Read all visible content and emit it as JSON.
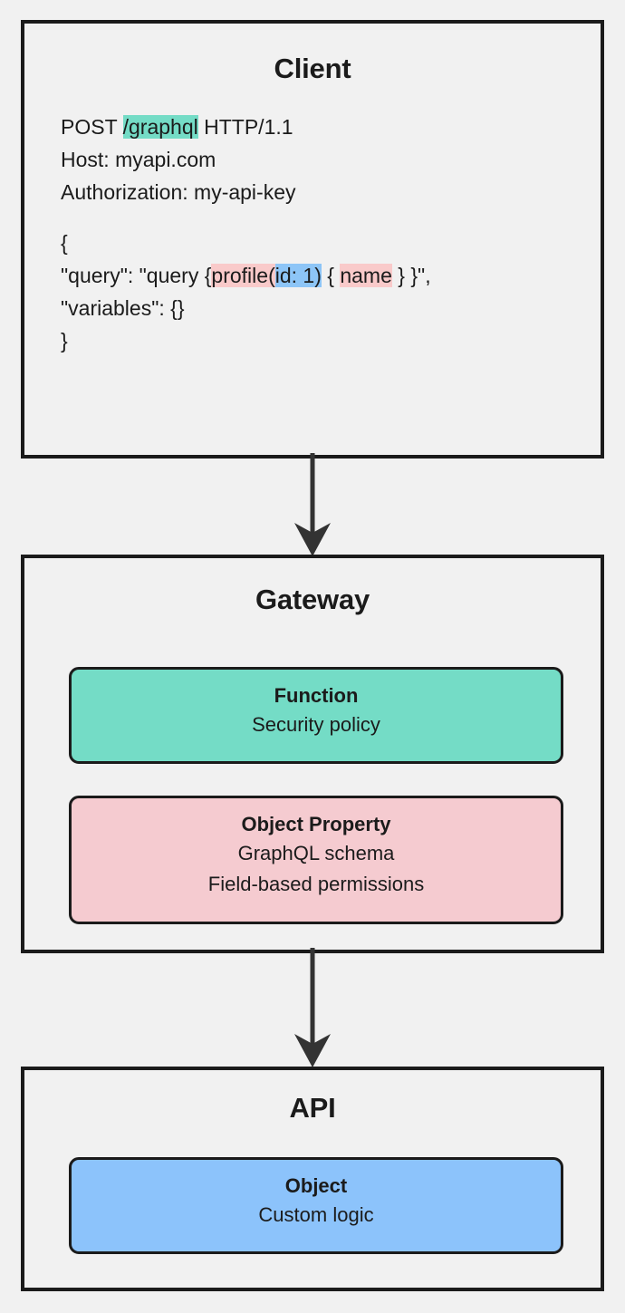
{
  "theme": {
    "background": "#f1f1f1",
    "stroke": "#1b1b1b",
    "arrow": "#333333",
    "green": "#74dcc6",
    "pink": "#f5cbd0",
    "pink_highlight": "#f9caca",
    "blue": "#8cc3fb",
    "blue_highlight": "#8dc5f7"
  },
  "client": {
    "title": "Client",
    "request": {
      "line1": {
        "pre": "POST ",
        "path": "/graphql",
        "post": " HTTP/1.1"
      },
      "line2": "Host: myapi.com",
      "line3": "Authorization: my-api-key",
      "body_open": "{",
      "query_line": {
        "prefix": "  \"query\": \"query {",
        "field": "profile(",
        "arg": "id: 1)",
        "between": " { ",
        "subfield": "name",
        "suffix": " } }\","
      },
      "variables_line": "  \"variables\": {}",
      "body_close": "}"
    }
  },
  "gateway": {
    "title": "Gateway",
    "cards": [
      {
        "title": "Function",
        "lines": [
          "Security policy"
        ],
        "color": "#74dcc6"
      },
      {
        "title": "Object Property",
        "lines": [
          "GraphQL schema",
          "Field-based permissions"
        ],
        "color": "#f5cbd0"
      }
    ]
  },
  "api": {
    "title": "API",
    "cards": [
      {
        "title": "Object",
        "lines": [
          "Custom logic"
        ],
        "color": "#8cc3fb"
      }
    ]
  },
  "arrows": [
    {
      "name": "client-to-gateway",
      "from": "Client",
      "to": "Gateway"
    },
    {
      "name": "gateway-to-api",
      "from": "Gateway",
      "to": "API"
    }
  ]
}
